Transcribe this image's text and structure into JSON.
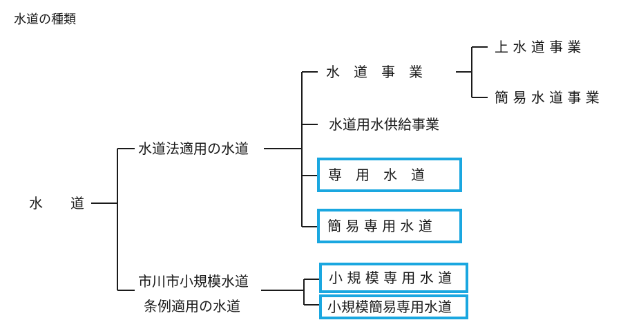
{
  "page_title": "水道の種類",
  "root": "水　　道",
  "branch_a": {
    "label": "水道法適用の水道",
    "children": {
      "water_business": {
        "label": "水　道　事　業",
        "children": {
          "upper": "上 水 道 事 業",
          "simple": "簡 易 水 道 事 業"
        }
      },
      "bulk_supply": "水道用水供給事業",
      "private": "専　用　水　道",
      "simple_private": "簡 易 専 用 水 道"
    }
  },
  "branch_b": {
    "label_line1": "市川市小規模水道",
    "label_line2": "条例適用の水道",
    "children": {
      "small_private": "小 規 模 専 用 水 道",
      "small_simple_private": "小規模簡易専用水道"
    }
  },
  "colors": {
    "line": "#1a1a1a",
    "highlight_border": "#1aa7e0"
  }
}
